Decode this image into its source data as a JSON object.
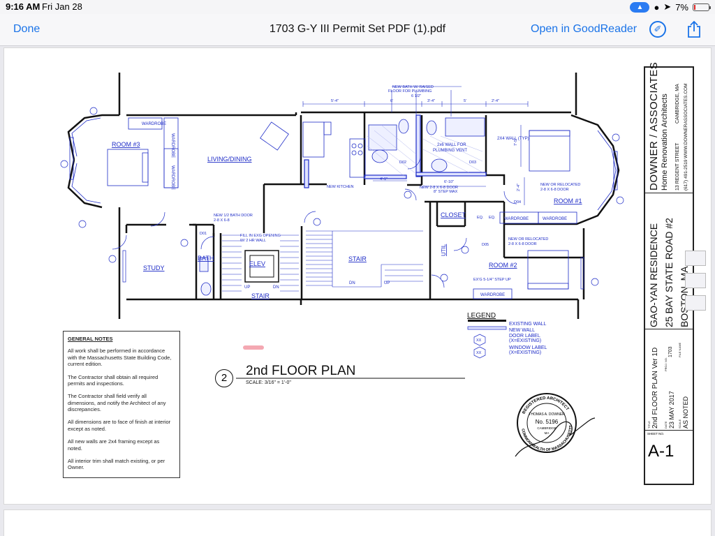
{
  "status": {
    "time": "9:16 AM",
    "date": "Fri Jan 28",
    "battery": "7%",
    "battery_level": 0.07
  },
  "nav": {
    "done": "Done",
    "title": "1703 G-Y III Permit Set PDF (1).pdf",
    "open_in": "Open in GoodReader",
    "markup_icon": "markup-pen-icon",
    "share_icon": "share-icon"
  },
  "plan": {
    "rooms": {
      "room3": "ROOM #3",
      "living": "LIVING/DINING",
      "study": "STUDY",
      "bath": "BATH",
      "elev": "ELEV",
      "stair1": "STAIR",
      "stair2": "STAIR",
      "closet": "CLOSET",
      "util": "UTIL",
      "room1": "ROOM #1",
      "room2": "ROOM #2"
    },
    "annotations": {
      "wardrobe1": "WARDROBE",
      "wardrobe2": "WARDROBE",
      "wardrobe3": "WARDROBE",
      "wardrobe4": "WARDROBE",
      "wardrobe5": "WARDROBE",
      "wardrobe6": "WARDROBE",
      "new_bath": "NEW BATH W/ RAISED",
      "new_bath2": "FLOOR FOR PLUMBING",
      "wall_2x6": "2x6 WALL FOR",
      "wall_2x6b": "PLUMBING VENT",
      "wall_2x4": "2X4 WALL (TYP)",
      "new_kitchen": "NEW KITCHEN",
      "new_door": "NEW 2-8 X 6-8 DOOR",
      "step_max": "8\" STEP MAX",
      "relocated1": "NEW OR RELOCATED",
      "relocated1b": "2-8 X 6-8 DOOR",
      "relocated2": "NEW OR RELOCATED",
      "relocated2b": "2-8 X 6-8 DOOR",
      "half_bath": "NEW 1/2 BATH DOOR",
      "half_bath2": "2-8 X 6-8",
      "fill": "FILL IN EXG OPENING",
      "fill2": "W/ 2 HR WALL",
      "step_up": "EX'G 5-1/4\" STEP UP",
      "up1": "UP",
      "dn1": "DN",
      "dn2": "DN",
      "up2": "UP",
      "eq1": "EQ.",
      "eq2": "EQ.",
      "d01": "D01",
      "d02": "D02",
      "d03": "D03",
      "d04": "D04",
      "d05": "D05",
      "dim1": "5'-4\"",
      "dim2": "6'",
      "dim3": "3'-4\"",
      "dim4": "5'",
      "dim5": "2'-4\"",
      "dim6": "6 1/2\"",
      "dim7": "4'-1\"",
      "dim8": "6'-10\"",
      "dim9": "7'-5\"",
      "dim10": "2'-4\""
    }
  },
  "legend": {
    "title": "LEGEND",
    "items": [
      "EXISTING WALL",
      "NEW WALL",
      "DOOR LABEL (X=EXISTING)",
      "WINDOW LABEL (X=EXISTING)"
    ],
    "marks": [
      "XX",
      "XX"
    ]
  },
  "notes": {
    "title": "GENERAL NOTES",
    "items": [
      "All work shall be performed in accordance with the Massachusetts State Building Code, current edition.",
      "The Contractor shall obtain all required permits and inspections.",
      "The Contractor shall field verify all dimensions, and notify the Architect of any discrepancies.",
      "All dimensions are to face of finish at interior except as noted.",
      "All new walls are 2x4 framing except as noted.",
      "All interior trim shall match existing, or per Owner."
    ]
  },
  "floorplan_title": {
    "number": "2",
    "title": "2nd FLOOR PLAN",
    "scale": "SCALE: 3/16\" = 1'-0\""
  },
  "stamp": {
    "top": "REGISTERED ARCHITECT",
    "name": "THOMAS A. DOWNER",
    "number": "No. 5196",
    "city": "CAMBRIDGE",
    "state": "MA",
    "bottom": "COMMONWEALTH OF MASSACHUSETTS"
  },
  "title_block": {
    "firm": "DOWNER / ASSOCIATES",
    "firm_sub": "Home Renovation Architects",
    "address1": "13 REGENT STREET",
    "address2": "CAMBRIDGE, MA",
    "phone": "(617) 491-2519",
    "web": "WWW.DOWNERASSOCIATES.COM",
    "project1": "GAO-YAN RESIDENCE",
    "project2": "25 BAY STATE ROAD #2",
    "project3": "BOSTON, MA",
    "title_label": "TITLE",
    "sheet_title": "2nd FLOOR PLAN Ver 1D",
    "date_label": "DATE",
    "date": "23 MAY 2017",
    "scale_label": "SCALE",
    "scale": "AS NOTED",
    "proj_label": "PROJ. NO.",
    "proj_no": "1703",
    "file_label": "FILE NAME",
    "sheet_label": "SHEET NO.",
    "sheet_no": "A-1"
  }
}
